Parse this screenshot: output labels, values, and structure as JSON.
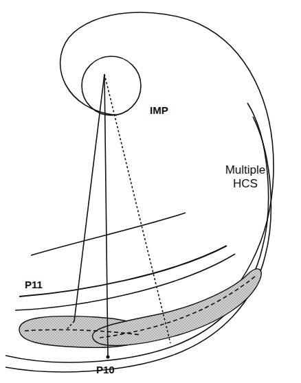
{
  "diagram": {
    "labels": [
      "IMP",
      "Multiple HCS",
      "P11",
      "P10"
    ]
  }
}
